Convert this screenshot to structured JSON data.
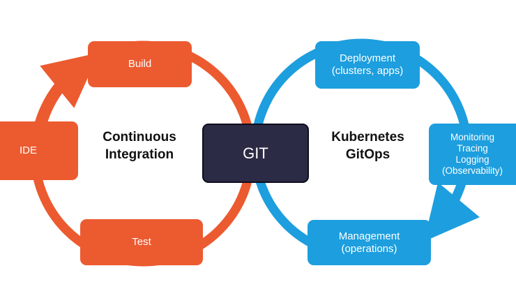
{
  "colors": {
    "ci_orange": "#ec5a30",
    "gitops_blue": "#1d9ede",
    "git_dark": "#2c2b45"
  },
  "left_cycle": {
    "title": "Continuous\nIntegration",
    "nodes": {
      "build": "Build",
      "ide": "IDE",
      "test": "Test"
    }
  },
  "right_cycle": {
    "title": "Kubernetes\nGitOps",
    "nodes": {
      "deployment": "Deployment\n(clusters, apps)",
      "monitoring": "Monitoring\nTracing\nLogging\n(Observability)",
      "management": "Management\n(operations)"
    }
  },
  "hub": {
    "label": "GIT"
  }
}
